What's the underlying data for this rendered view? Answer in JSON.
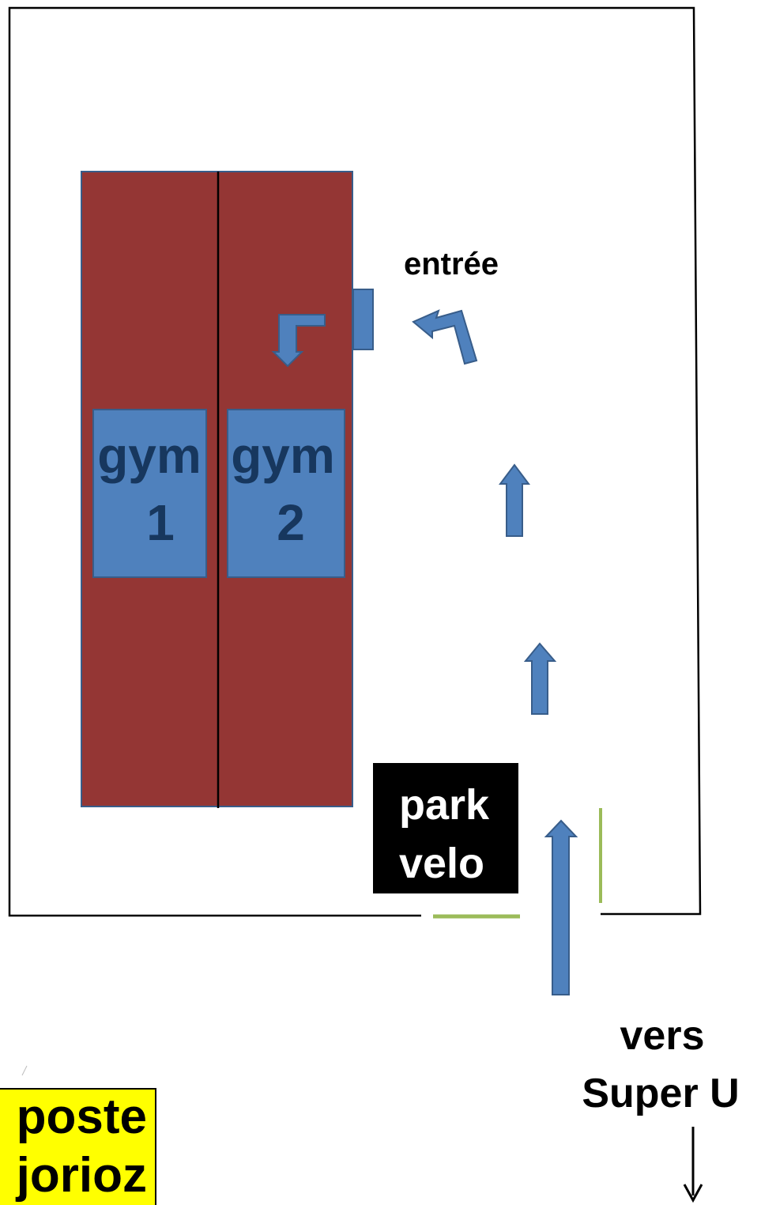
{
  "labels": {
    "entrance": "entrée",
    "gym1_line1": "gym",
    "gym1_line2": "1",
    "gym2_line1": "gym",
    "gym2_line2": "2",
    "bike_park_line1": "park",
    "bike_park_line2": "velo",
    "toward_store_line1": "vers",
    "toward_store_line2": "Super U",
    "post_office_line1": "poste",
    "post_office_line2": "jorioz"
  },
  "colors": {
    "building": "#943634",
    "gym_panel": "#4f81bd",
    "gym_panel_text": "#17375e",
    "gym_panel_border": "#385d8a",
    "arrow": "#4f81bd",
    "arrow_stroke": "#385d8a",
    "gate": "#9bbb59",
    "park_box": "#000000",
    "park_text": "#ffffff",
    "post_box": "#ffff00",
    "outline": "#000000"
  },
  "icons": {
    "direction_arrow": "up-arrow-icon",
    "turn_arrow": "turn-arrow-icon",
    "down_arrow": "down-arrow-icon",
    "door": "door-icon"
  }
}
